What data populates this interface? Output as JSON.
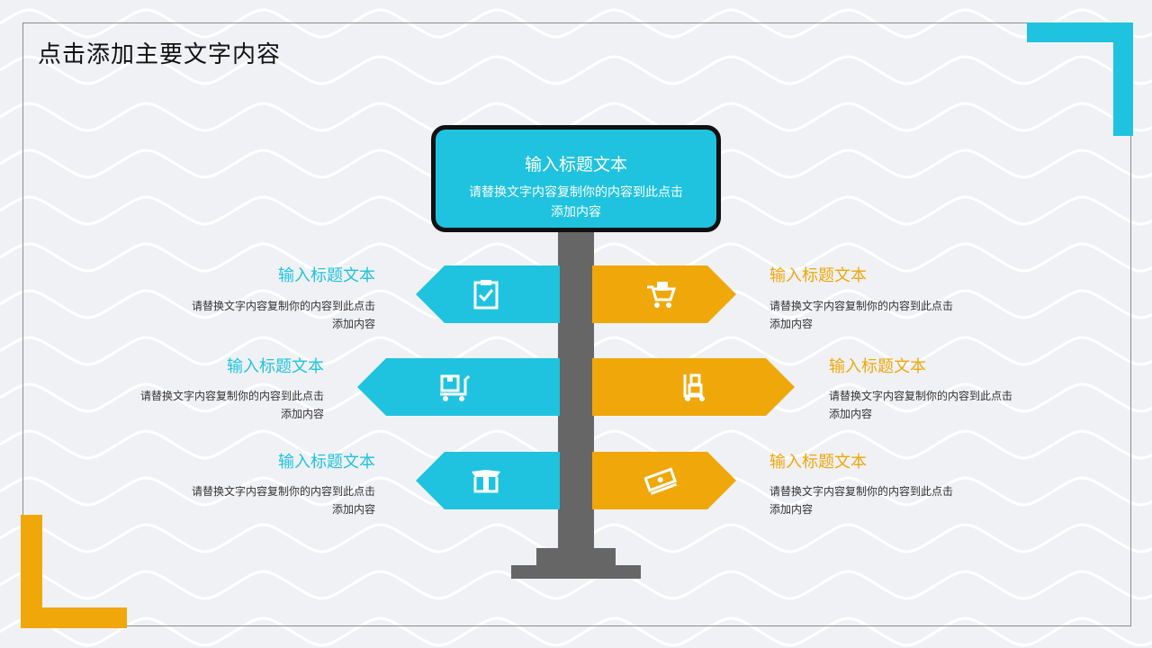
{
  "page": {
    "title": "点击添加主要文字内容"
  },
  "colors": {
    "blue": "#1fc3df",
    "orange": "#f0a70a",
    "pole": "#666666",
    "background": "#f0f1f5"
  },
  "sign": {
    "title": "输入标题文本",
    "desc": "请替换文字内容复制你的内容到此点击添加内容"
  },
  "items": [
    {
      "title": "输入标题文本",
      "desc": "请替换文字内容复制你的内容到此点击添加内容",
      "icon": "clipboard-check-icon",
      "color": "blue"
    },
    {
      "title": "输入标题文本",
      "desc": "请替换文字内容复制你的内容到此点击添加内容",
      "icon": "shopping-cart-icon",
      "color": "orange"
    },
    {
      "title": "输入标题文本",
      "desc": "请替换文字内容复制你的内容到此点击添加内容",
      "icon": "forklift-box-icon",
      "color": "blue"
    },
    {
      "title": "输入标题文本",
      "desc": "请替换文字内容复制你的内容到此点击添加内容",
      "icon": "hand-truck-icon",
      "color": "orange"
    },
    {
      "title": "输入标题文本",
      "desc": "请替换文字内容复制你的内容到此点击添加内容",
      "icon": "open-box-icon",
      "color": "blue"
    },
    {
      "title": "输入标题文本",
      "desc": "请替换文字内容复制你的内容到此点击添加内容",
      "icon": "cash-stack-icon",
      "color": "orange"
    }
  ]
}
